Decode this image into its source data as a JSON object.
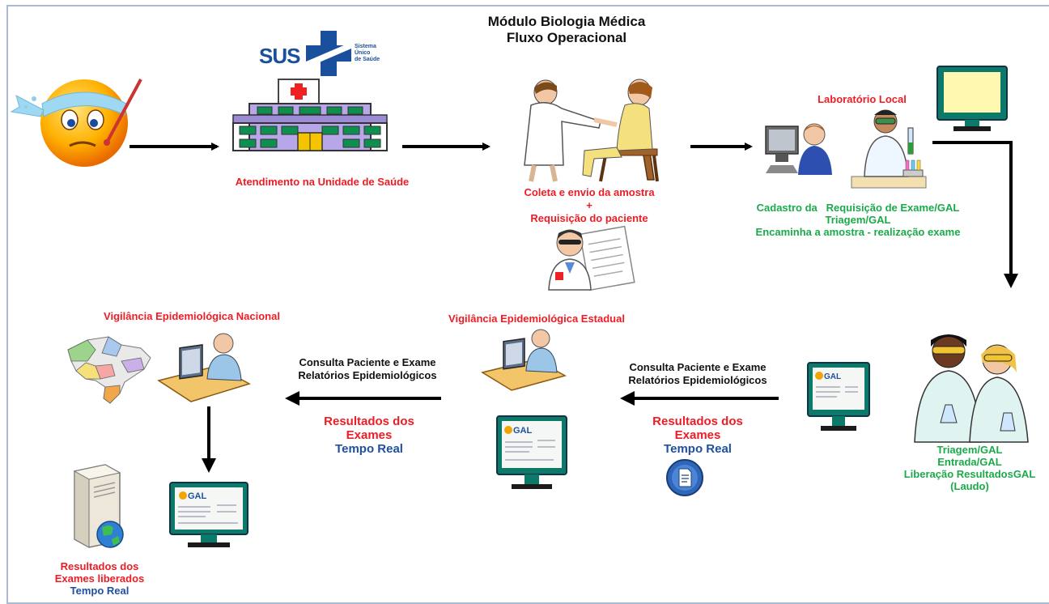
{
  "title": {
    "line1": "Módulo Biologia Médica",
    "line2": "Fluxo Operacional"
  },
  "sus_logo": {
    "acronym": "SUS",
    "caption_line1": "Sistema",
    "caption_line2": "Único",
    "caption_line3": "de Saúde"
  },
  "steps": {
    "atendimento": "Atendimento na Unidade de Saúde",
    "coleta_line1": "Coleta e envio da amostra",
    "coleta_plus": "+",
    "coleta_line2": "Requisição do paciente",
    "lab_local": "Laboratório Local",
    "cadastro_line1": "Cadastro da   Requisição de Exame/GAL",
    "cadastro_line2": "Triagem/GAL",
    "cadastro_line3": "Encaminha a amostra - realização exame",
    "lab_ref_line1": "Triagem/GAL",
    "lab_ref_line2": "Entrada/GAL",
    "lab_ref_line3": "Liberação ResultadosGAL",
    "lab_ref_line4": "(Laudo)",
    "vig_estadual": "Vigilância Epidemiológica Estadual",
    "vig_nacional": "Vigilância Epidemiológica Nacional"
  },
  "flow_right": {
    "consulta": "Consulta Paciente e Exame",
    "relatorios": "Relatórios Epidemiológicos",
    "resultados": "Resultados dos",
    "exames": "Exames",
    "tempo": "Tempo Real"
  },
  "flow_left": {
    "consulta": "Consulta Paciente e Exame",
    "relatorios": "Relatórios Epidemiológicos",
    "resultados": "Resultados dos",
    "exames": "Exames",
    "tempo": "Tempo Real"
  },
  "server": {
    "line1": "Resultados dos",
    "line2": "Exames liberados",
    "line3": "Tempo Real"
  },
  "gal_label": "GAL",
  "colors": {
    "red": "#ee1c25",
    "green": "#1aaa4a",
    "blue": "#1f4fa0",
    "monitor_green": "#0b7a6a",
    "frame": "#a9bcd6"
  }
}
